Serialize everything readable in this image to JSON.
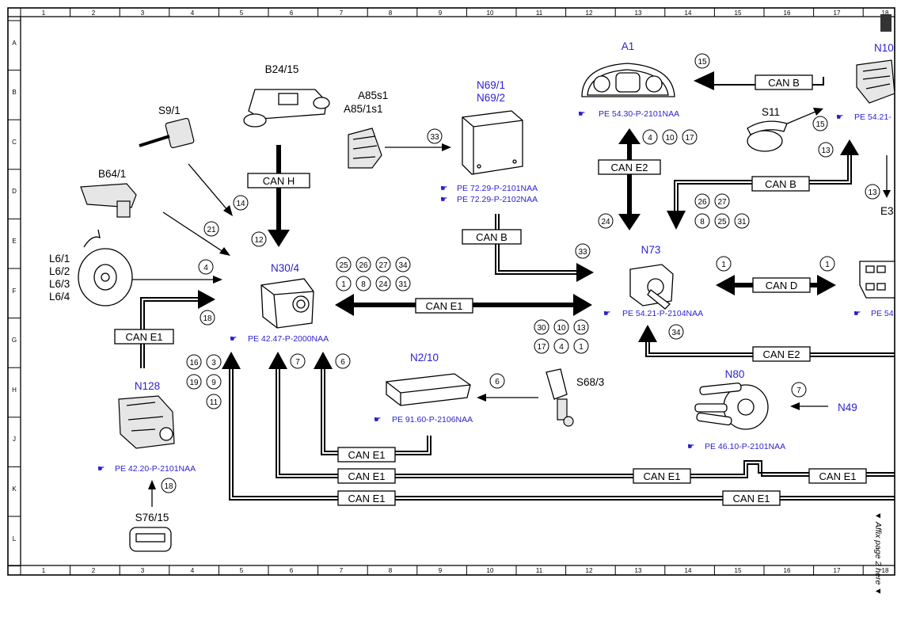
{
  "frame": {
    "columns": [
      "1",
      "2",
      "3",
      "4",
      "5",
      "6",
      "7",
      "8",
      "9",
      "10",
      "11",
      "12",
      "13",
      "14",
      "15",
      "16",
      "17",
      "18"
    ],
    "rows": [
      "A",
      "B",
      "C",
      "D",
      "E",
      "F",
      "G",
      "H",
      "J",
      "K",
      "L"
    ],
    "side_note": "▼ Affix page 2 here ▼"
  },
  "components": {
    "a1": "A1",
    "n10": "N10",
    "b24_15": "B24/15",
    "s9_1": "S9/1",
    "a85s1": "A85s1",
    "a85_1s1": "A85/1s1",
    "n69_1": "N69/1",
    "n69_2": "N69/2",
    "s11": "S11",
    "b64_1": "B64/1",
    "e3": "E3",
    "l6_1": "L6/1",
    "l6_2": "L6/2",
    "l6_3": "L6/3",
    "l6_4": "L6/4",
    "n30_4": "N30/4",
    "n73": "N73",
    "n128": "N128",
    "n2_10": "N2/10",
    "s68_3": "S68/3",
    "n80": "N80",
    "n49": "N49",
    "s76_15": "S76/15"
  },
  "refs": {
    "a1": "PE 54.30-P-2101NAA",
    "n10": "PE 54.21-",
    "n69_a": "PE 72.29-P-2101NAA",
    "n69_b": "PE 72.29-P-2102NAA",
    "n30_4": "PE 42.47-P-2000NAA",
    "n73": "PE 54.21-P-2104NAA",
    "right_f": "PE 54",
    "n2_10": "PE 91.60-P-2106NAA",
    "n80": "PE 46.10-P-2101NAA",
    "n128": "PE 42.20-P-2101NAA"
  },
  "buses": {
    "can_b_top": "CAN B",
    "can_e2_a1": "CAN E2",
    "can_b_right": "CAN B",
    "can_h": "CAN H",
    "can_b_mid": "CAN B",
    "can_e1_main": "CAN E1",
    "can_e1_left": "CAN E1",
    "can_d": "CAN D",
    "can_e2_bottom": "CAN E2",
    "can_e1_j": "CAN E1",
    "can_e1_k1": "CAN E1",
    "can_e1_k2": "CAN E1",
    "can_e1_k3": "CAN E1",
    "can_e1_l1": "CAN E1",
    "can_e1_l2": "CAN E1"
  },
  "signals": {
    "s15a": "15",
    "s15b": "15",
    "s4a": "4",
    "s10a": "10",
    "s17a": "17",
    "s33a": "33",
    "s13a": "13",
    "s13b": "13",
    "s14": "14",
    "s24a": "24",
    "s26a": "26",
    "s27a": "27",
    "s8a": "8",
    "s25a": "25",
    "s31a": "31",
    "s21": "21",
    "s12": "12",
    "s33b": "33",
    "s4b": "4",
    "s25b": "25",
    "s26b": "26",
    "s27b": "27",
    "s34a": "34",
    "s1a": "1",
    "s8b": "8",
    "s24b": "24",
    "s31b": "31",
    "s1b": "1",
    "s1c": "1",
    "s18a": "18",
    "s34b": "34",
    "s30": "30",
    "s10b": "10",
    "s13c": "13",
    "s17b": "17",
    "s4c": "4",
    "s1d": "1",
    "s16": "16",
    "s3": "3",
    "s19": "19",
    "s9": "9",
    "s11": "11",
    "s7a": "7",
    "s6a": "6",
    "s6b": "6",
    "s7b": "7",
    "s18b": "18"
  }
}
